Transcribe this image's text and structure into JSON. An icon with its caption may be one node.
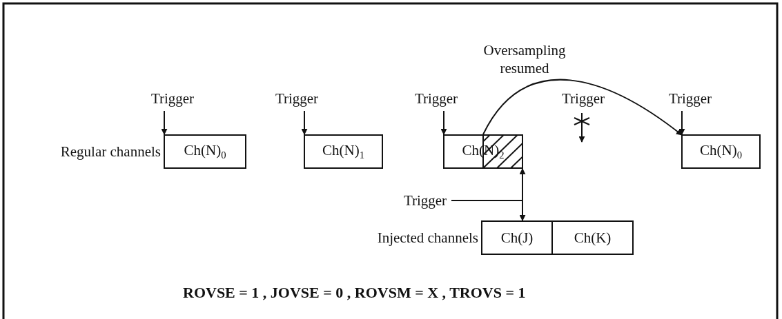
{
  "diagram": {
    "nodes": [
      {
        "text": [
          "Trigger"
        ]
      },
      {
        "text": [
          "Ch(N)$_{0}$"
        ],
        "beside": [
          "Regular channels"
        ]
      },
      {
        "text": [
          "Trigger"
        ]
      },
      {
        "text": [
          "Ch(N)$_{1}$"
        ]
      },
      {
        "text": [
          "Trigger"
        ]
      },
      {
        "text": [
          "Ch(N)$_{2}$"
        ]
      },
      {
        "text": [
          "Trigger"
        ]
      },
      {
        "text": [
          "Trigger"
        ]
      },
      {
        "text": [
          "Ch(N)$_{0}$"
        ]
      },
      {
        "text": [
          "Trigger"
        ]
      },
      {
        "text": [
          "Ch(J)"
        ],
        "beside": [
          "Injected channels"
        ]
      },
      {
        "text": [
          "Ch(K)"
        ]
      }
    ],
    "edges": [
      {
        "from": 0,
        "to": 1,
        "arrow": "to"
      },
      {
        "from": 2,
        "to": 3,
        "arrow": "to"
      },
      {
        "from": 4,
        "to": 5,
        "arrow": "to"
      },
      {
        "from": 6,
        "to": null,
        "arrow": "to"
      },
      {
        "from": 7,
        "to": 8,
        "arrow": "to"
      },
      {
        "from": 5,
        "to": 8,
        "arrow": "to",
        "label": "Oversampling resumed"
      },
      {
        "from": 9,
        "to": 5,
        "arrow": "to"
      },
      {
        "from": 9,
        "to": 10,
        "arrow": "to"
      }
    ],
    "labels": [
      "ROVSE = 1 , JOVSE = 0 , ROVSM = X , TROVS = 1"
    ]
  }
}
